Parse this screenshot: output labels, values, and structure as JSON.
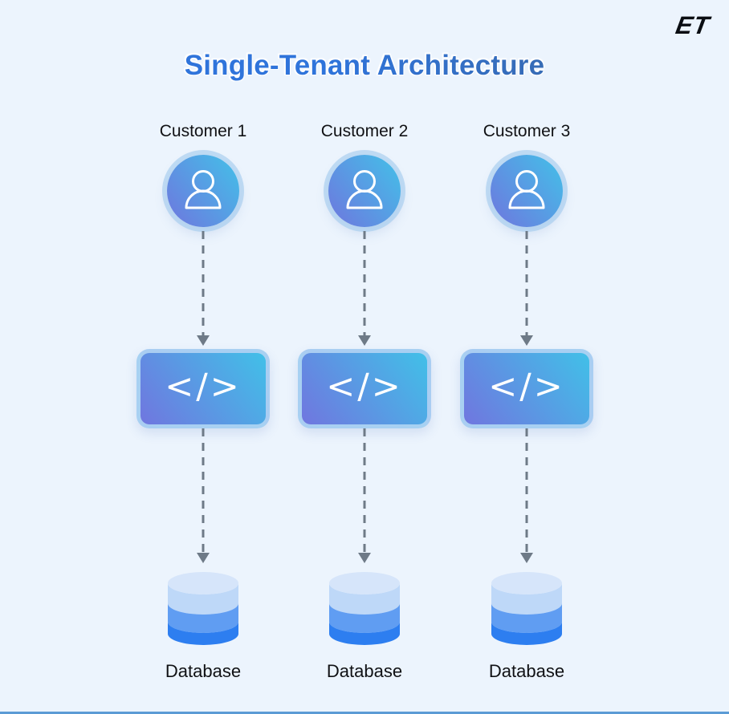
{
  "logo": "ET",
  "title": "Single-Tenant Architecture",
  "columns": [
    {
      "customer": "Customer 1",
      "app_icon": "</>",
      "database": "Database"
    },
    {
      "customer": "Customer 2",
      "app_icon": "</>",
      "database": "Database"
    },
    {
      "customer": "Customer 3",
      "app_icon": "</>",
      "database": "Database"
    }
  ],
  "colors": {
    "background": "#ecf4fd",
    "title_gradient_start": "#2f74db",
    "title_gradient_end": "#3d6496",
    "node_gradient_start": "#7076df",
    "node_gradient_end": "#41c0e8",
    "node_ring": "#a6ccee",
    "box_border": "#add2f2",
    "arrow": "#6e7a87",
    "db_top_ellipse": "#d6e5fa",
    "db_band_top": "#bed8f8",
    "db_band_middle": "#609df2",
    "db_band_bottom": "#2d7ef0",
    "label_text": "#101114",
    "bottom_line": "#5b9bd5"
  }
}
